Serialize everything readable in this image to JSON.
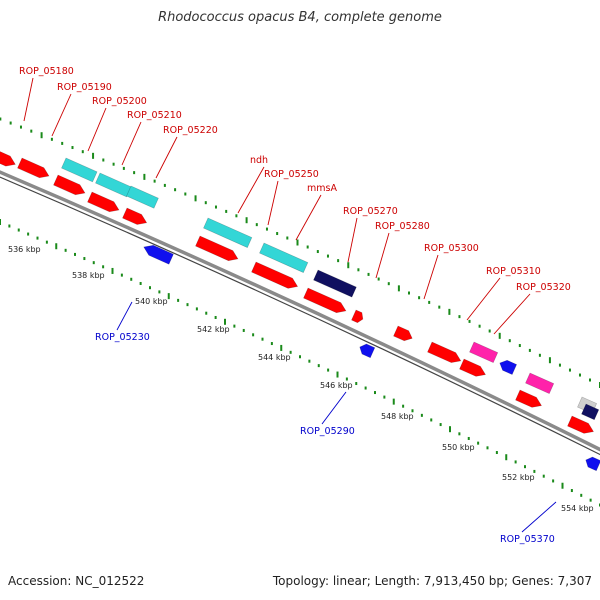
{
  "title": "Rhodococcus opacus B4, complete genome",
  "footer": {
    "accession": "Accession: NC_012522",
    "summary": "Topology: linear; Length: 7,913,450 bp; Genes: 7,307"
  },
  "colors": {
    "red": "#ff0000",
    "cyan": "#33d6d6",
    "blue": "#1010ee",
    "magenta": "#ff22aa",
    "navy": "#101060",
    "backbone": "#8a8a8a",
    "tick": "#1a8a1a",
    "label_red": "#cc0000",
    "label_blue": "#0000cc"
  },
  "scale_labels": [
    "536 kbp",
    "538 kbp",
    "540 kbp",
    "542 kbp",
    "544 kbp",
    "546 kbp",
    "548 kbp",
    "550 kbp",
    "552 kbp",
    "554 kbp"
  ],
  "gene_labels_top": [
    "ROP_05180",
    "ROP_05190",
    "ROP_05200",
    "ROP_05210",
    "ROP_05220",
    "ndh",
    "ROP_05250",
    "mmsA",
    "ROP_05270",
    "ROP_05280",
    "ROP_05300",
    "ROP_05310",
    "ROP_05320"
  ],
  "gene_labels_bottom": [
    "ROP_05230",
    "ROP_05290",
    "ROP_05370"
  ]
}
